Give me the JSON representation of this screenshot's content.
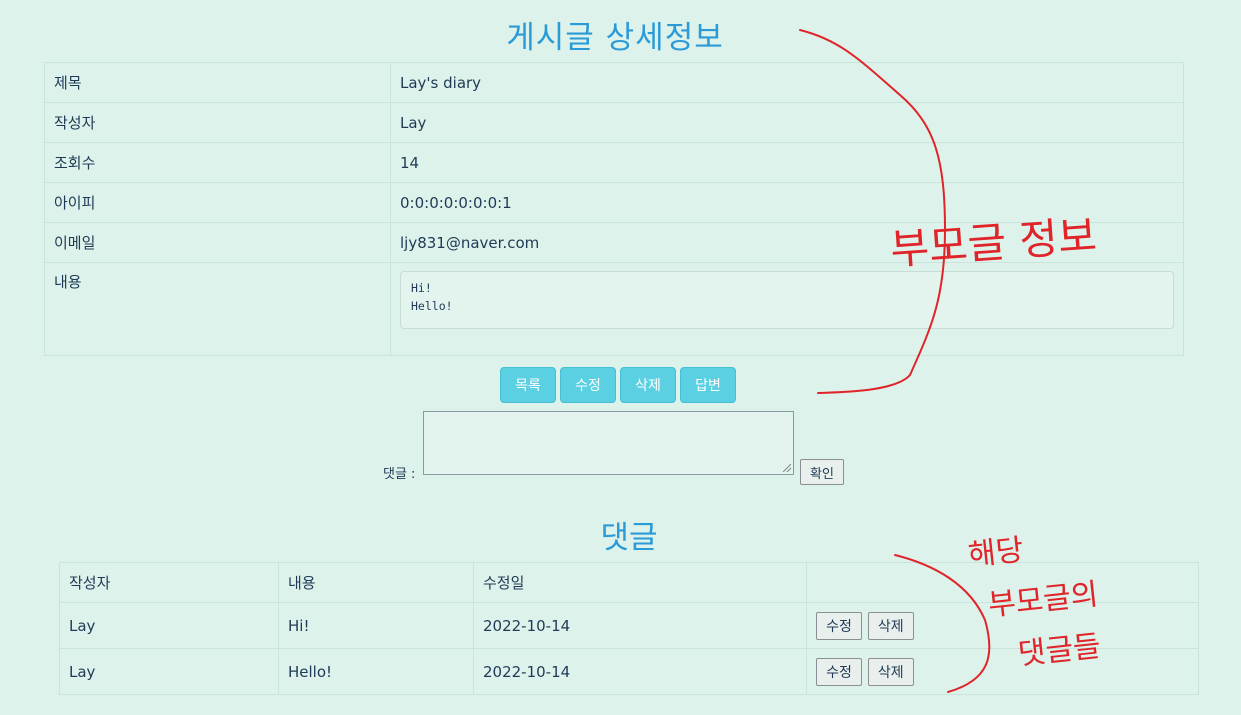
{
  "page_title": "게시글 상세정보",
  "detail": {
    "rows": [
      {
        "label": "제목",
        "value": "Lay's diary"
      },
      {
        "label": "작성자",
        "value": "Lay"
      },
      {
        "label": "조회수",
        "value": "14"
      },
      {
        "label": "아이피",
        "value": "0:0:0:0:0:0:0:1"
      },
      {
        "label": "이메일",
        "value": "ljy831@naver.com"
      }
    ],
    "content_label": "내용",
    "content_lines": [
      "Hi!",
      "Hello!"
    ]
  },
  "actions": {
    "list": "목록",
    "edit": "수정",
    "delete": "삭제",
    "reply": "답변"
  },
  "comment_form": {
    "label": "댓글 :",
    "confirm": "확인",
    "value": ""
  },
  "comments_title": "댓글",
  "comments": {
    "headers": [
      "작성자",
      "내용",
      "수정일",
      ""
    ],
    "rows": [
      {
        "author": "Lay",
        "content": "Hi!",
        "date": "2022-10-14",
        "edit": "수정",
        "delete": "삭제"
      },
      {
        "author": "Lay",
        "content": "Hello!",
        "date": "2022-10-14",
        "edit": "수정",
        "delete": "삭제"
      }
    ]
  },
  "annotations": {
    "parent_info": "부모글 정보",
    "comments_note": [
      "해당",
      "부모글의",
      "댓글들"
    ],
    "ink_color": "#e0242a"
  }
}
